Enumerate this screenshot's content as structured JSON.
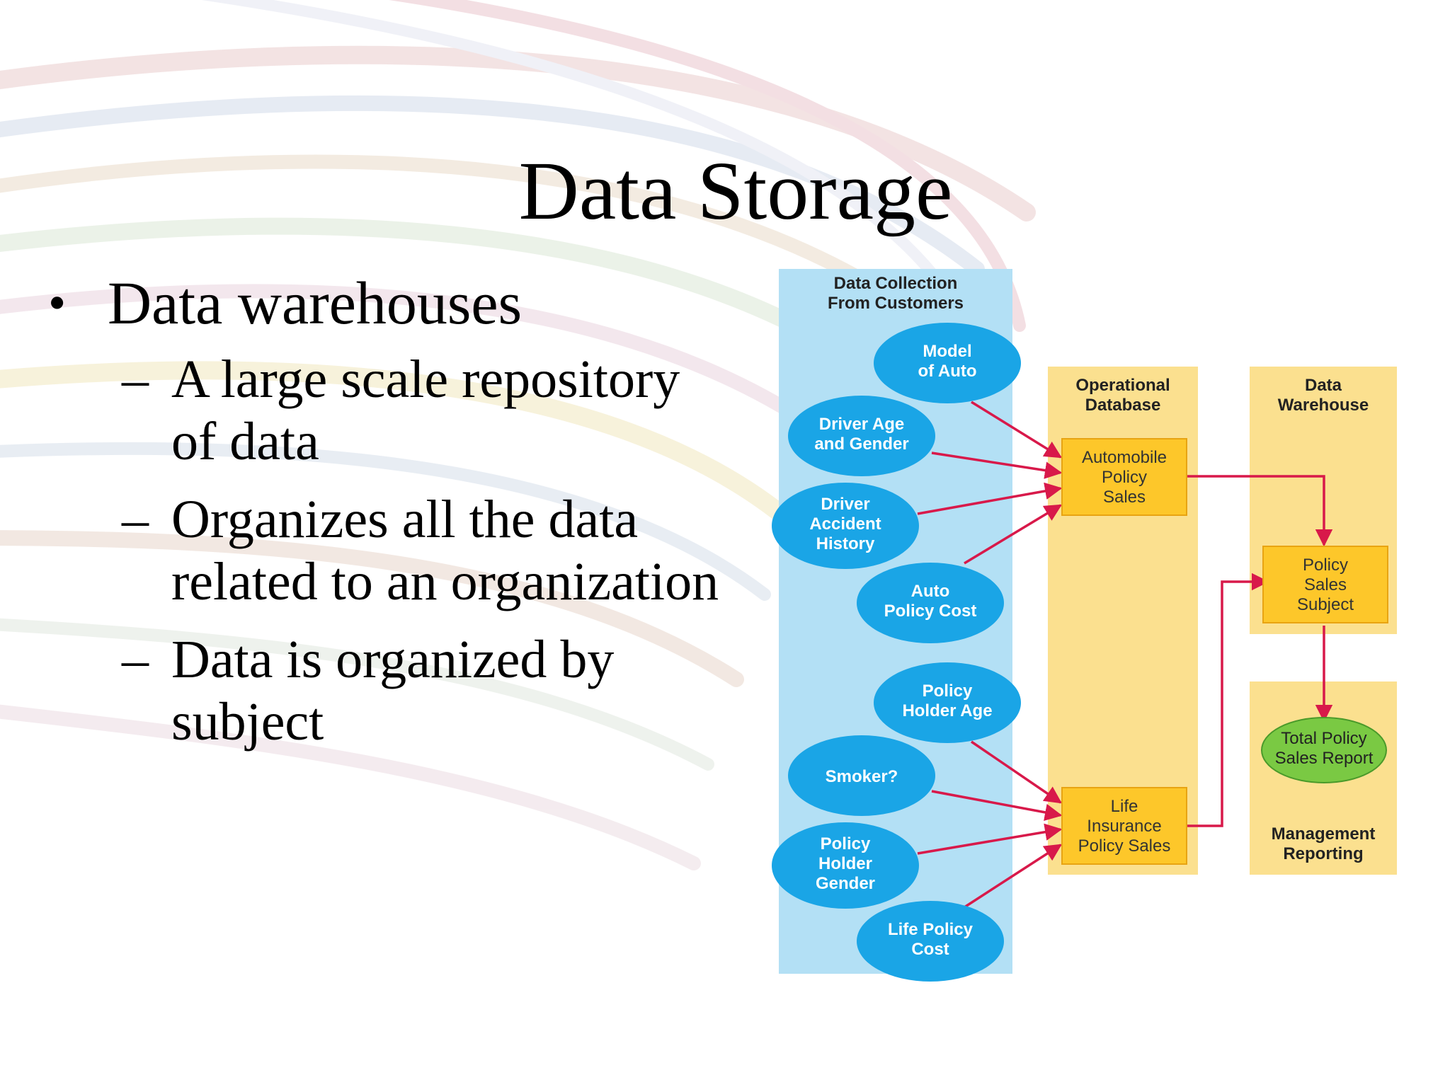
{
  "title": "Data Storage",
  "bullets": {
    "main": "Data warehouses",
    "subs": [
      {
        "lines": [
          "A large scale repository",
          "of data"
        ]
      },
      {
        "lines": [
          "Organizes all the data",
          "related to an organization"
        ]
      },
      {
        "lines": [
          "Data is organized by",
          "subject"
        ]
      }
    ]
  },
  "diagram": {
    "colors": {
      "collection_panel": "#b3e0f5",
      "ellipse": "#1aa5e6",
      "panel": "#fbe08f",
      "box": "#fdc72a",
      "report_ellipse": "#7ac943",
      "arrow": "#d8194a"
    },
    "columns": {
      "collection": [
        "Data Collection",
        "From Customers"
      ],
      "operational": [
        "Operational",
        "Database"
      ],
      "warehouse": [
        "Data",
        "Warehouse"
      ],
      "management": [
        "Management",
        "Reporting"
      ]
    },
    "inputs": [
      {
        "lines": [
          "Model",
          "of Auto"
        ]
      },
      {
        "lines": [
          "Driver Age",
          "and Gender"
        ]
      },
      {
        "lines": [
          "Driver",
          "Accident",
          "History"
        ]
      },
      {
        "lines": [
          "Auto",
          "Policy Cost"
        ]
      },
      {
        "lines": [
          "Policy",
          "Holder Age"
        ]
      },
      {
        "lines": [
          "Smoker?"
        ]
      },
      {
        "lines": [
          "Policy",
          "Holder",
          "Gender"
        ]
      },
      {
        "lines": [
          "Life Policy",
          "Cost"
        ]
      }
    ],
    "operational_boxes": [
      {
        "lines": [
          "Automobile",
          "Policy",
          "Sales"
        ]
      },
      {
        "lines": [
          "Life",
          "Insurance",
          "Policy Sales"
        ]
      }
    ],
    "warehouse_box": {
      "lines": [
        "Policy",
        "Sales",
        "Subject"
      ]
    },
    "report": {
      "lines": [
        "Total Policy",
        "Sales Report"
      ]
    }
  }
}
